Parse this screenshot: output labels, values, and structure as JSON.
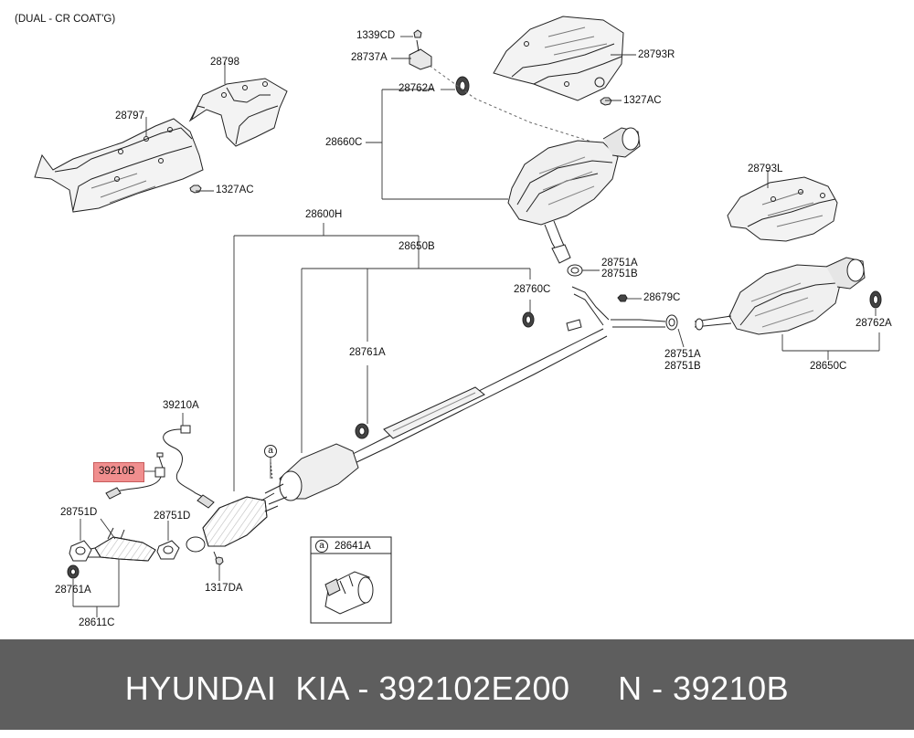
{
  "header_note": "(DUAL - CR COAT'G)",
  "highlighted_part": "39210B",
  "footer_text": "HYUNDAI  KIA - 392102E200     N - 39210B",
  "callout_marker": "a",
  "detail_box": {
    "marker": "a",
    "part": "28641A"
  },
  "labels": {
    "p28798": "28798",
    "p28797": "28797",
    "p1327AC_left": "1327AC",
    "p1339CD": "1339CD",
    "p28737A": "28737A",
    "p28762A_top": "28762A",
    "p28793R": "28793R",
    "p1327AC_right": "1327AC",
    "p28660C": "28660C",
    "p28793L": "28793L",
    "p28600H": "28600H",
    "p28650B": "28650B",
    "p28751A_top": "28751A",
    "p28751B_top": "28751B",
    "p28760C": "28760C",
    "p28679C": "28679C",
    "p28762A_right": "28762A",
    "p28761A_mid": "28761A",
    "p28751A_bot": "28751A",
    "p28751B_bot": "28751B",
    "p28650C": "28650C",
    "p39210A": "39210A",
    "p28751D_left": "28751D",
    "p28751D_mid": "28751D",
    "p1317DA": "1317DA",
    "p28761A_left": "28761A",
    "p28611C": "28611C"
  },
  "colors": {
    "highlight": "#f08e8e",
    "footer_bg": "#5e5e5e",
    "footer_text": "#ffffff",
    "line": "#222222"
  }
}
